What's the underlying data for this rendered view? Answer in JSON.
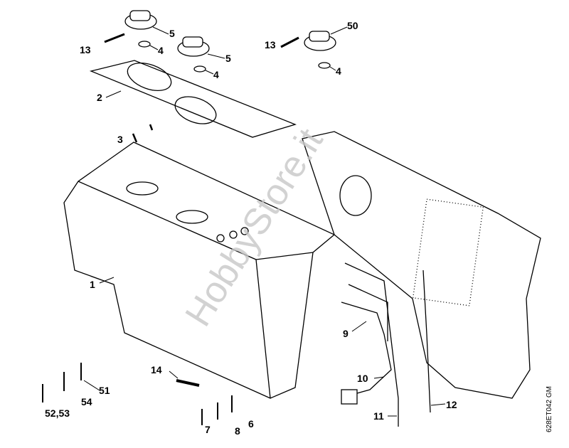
{
  "diagram": {
    "part_labels": [
      {
        "id": "label-5a",
        "text": "5"
      },
      {
        "id": "label-13a",
        "text": "13"
      },
      {
        "id": "label-4a",
        "text": "4"
      },
      {
        "id": "label-5b",
        "text": "5"
      },
      {
        "id": "label-4b",
        "text": "4"
      },
      {
        "id": "label-50",
        "text": "50"
      },
      {
        "id": "label-13b",
        "text": "13"
      },
      {
        "id": "label-4c",
        "text": "4"
      },
      {
        "id": "label-2",
        "text": "2"
      },
      {
        "id": "label-3",
        "text": "3"
      },
      {
        "id": "label-1",
        "text": "1"
      },
      {
        "id": "label-14",
        "text": "14"
      },
      {
        "id": "label-51",
        "text": "51"
      },
      {
        "id": "label-54",
        "text": "54"
      },
      {
        "id": "label-52-53",
        "text": "52,53"
      },
      {
        "id": "label-7",
        "text": "7"
      },
      {
        "id": "label-8",
        "text": "8"
      },
      {
        "id": "label-6",
        "text": "6"
      },
      {
        "id": "label-9",
        "text": "9"
      },
      {
        "id": "label-10",
        "text": "10"
      },
      {
        "id": "label-11",
        "text": "11"
      },
      {
        "id": "label-12",
        "text": "12"
      }
    ],
    "watermark": "HobbyStore.it",
    "drawing_code": "628ET042 GM"
  }
}
